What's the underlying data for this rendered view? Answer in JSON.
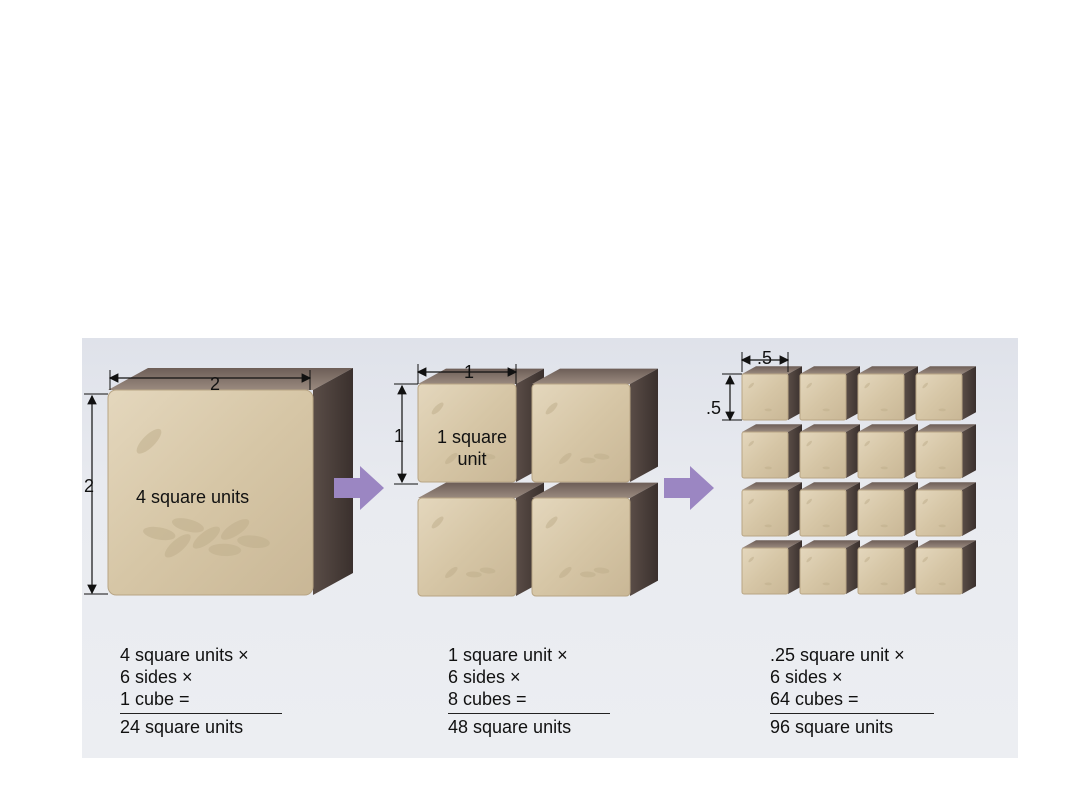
{
  "panels": [
    {
      "face_label": "4 square units",
      "top_dim": "2",
      "side_dim": "2",
      "calc": [
        "4 square units ×",
        "6 sides ×",
        "1 cube ="
      ],
      "result": "24 square units"
    },
    {
      "face_label": "1 square unit",
      "top_dim": "1",
      "side_dim": "1",
      "calc": [
        "1 square unit ×",
        "6 sides ×",
        "8 cubes ="
      ],
      "result": "48 square units"
    },
    {
      "top_dim": ".5",
      "side_dim": ".5",
      "calc": [
        ".25 square unit ×",
        "6 sides ×",
        "64 cubes ="
      ],
      "result": "96 square units"
    }
  ],
  "colors": {
    "cube_face": "#d8c9ab",
    "cube_top": "#8a7a70",
    "cube_side": "#4a3f3b",
    "arrow": "#9b86c2"
  }
}
